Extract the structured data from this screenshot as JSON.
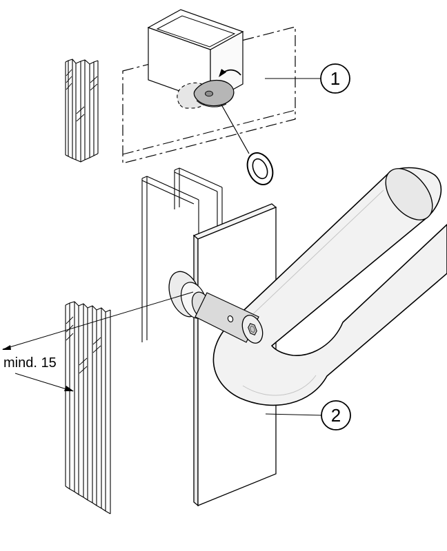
{
  "figure": {
    "kind": "technical-assembly-diagram",
    "background": "#ffffff",
    "line_color": "#000000",
    "callouts": [
      {
        "label": "1"
      },
      {
        "label": "2"
      }
    ],
    "dimension": {
      "label": "mind. 15"
    },
    "palette": {
      "cam_gray": "#b6b6b6",
      "metal_light": "#ececec",
      "shaft_gray": "#dadada",
      "tube_fill": "#f2f2f2",
      "panel_white": "#ffffff"
    }
  }
}
